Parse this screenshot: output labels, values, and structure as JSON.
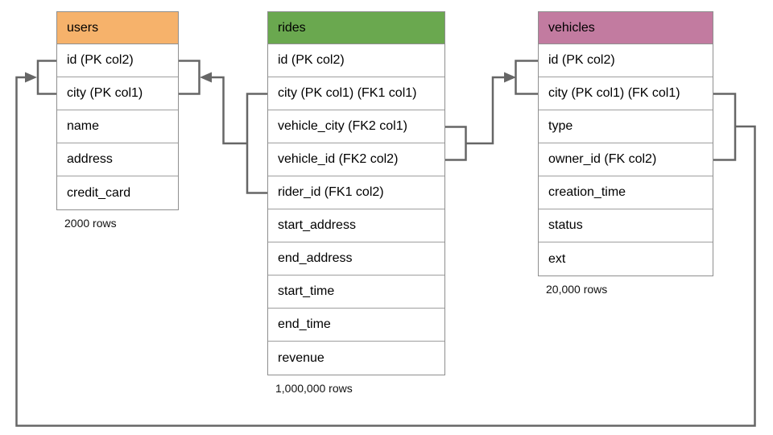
{
  "diagram": {
    "tables": [
      {
        "name": "users",
        "header_color": "#F6B26B",
        "rows_label": "2000 rows",
        "columns": [
          "id (PK col2)",
          "city (PK col1)",
          "name",
          "address",
          "credit_card"
        ]
      },
      {
        "name": "rides",
        "header_color": "#6AA84F",
        "rows_label": "1,000,000 rows",
        "columns": [
          "id (PK col2)",
          "city (PK col1) (FK1 col1)",
          "vehicle_city (FK2 col1)",
          "vehicle_id (FK2 col2)",
          "rider_id (FK1 col2)",
          "start_address",
          "end_address",
          "start_time",
          "end_time",
          "revenue"
        ]
      },
      {
        "name": "vehicles",
        "header_color": "#C27BA0",
        "rows_label": "20,000 rows",
        "columns": [
          "id (PK col2)",
          "city (PK col1) (FK col1)",
          "type",
          "owner_id (FK col2)",
          "creation_time",
          "status",
          "ext"
        ]
      }
    ],
    "relationships": [
      {
        "from": "rides (city, rider_id)",
        "to": "users (id, city)",
        "label": "FK1"
      },
      {
        "from": "rides (vehicle_city, vehicle_id)",
        "to": "vehicles (id, city)",
        "label": "FK2"
      },
      {
        "from": "vehicles (city, owner_id)",
        "to": "users (id, city)",
        "label": "FK"
      }
    ],
    "colors": {
      "connector": "#666666",
      "table_border": "#8f8f8f"
    }
  }
}
